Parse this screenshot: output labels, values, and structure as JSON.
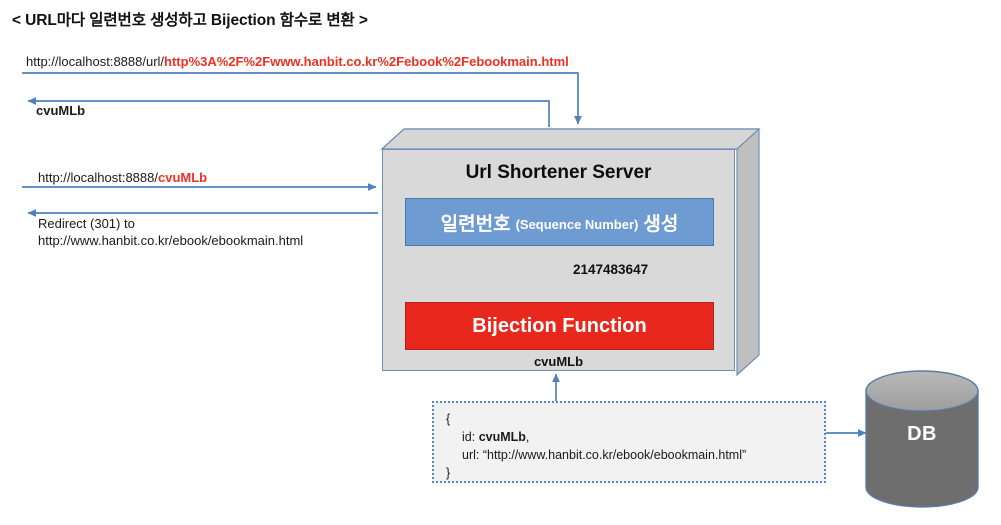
{
  "title": "< URL마다 일련번호 생성하고 Bijection 함수로 변환 >",
  "flows": {
    "request_create_prefix": "http://localhost:8888/url/",
    "request_create_encoded": "http%3A%2F%2Fwww.hanbit.co.kr%2Febook%2Febookmain.html",
    "response_create": "cvuMLb",
    "request_resolve_prefix": "http://localhost:8888/",
    "request_resolve_id": "cvuMLb",
    "response_resolve_line1": "Redirect (301) to",
    "response_resolve_line2": "http://www.hanbit.co.kr/ebook/ebookmain.html"
  },
  "server": {
    "name": "Url Shortener Server",
    "sequence_box": {
      "label_ko_prefix": "일련번호",
      "label_en": "(Sequence Number)",
      "label_ko_suffix": "생성"
    },
    "sequence_value": "2147483647",
    "bijection_box_label": "Bijection Function",
    "bijection_output": "cvuMLb"
  },
  "payload": {
    "open_brace": "{",
    "id_key": "id: ",
    "id_value": "cvuMLb",
    "id_comma": ",",
    "url_key": "url: ",
    "url_value": "“http://www.hanbit.co.kr/ebook/ebookmain.html”",
    "close_brace": "}"
  },
  "database": {
    "label": "DB"
  },
  "colors": {
    "accent_red": "#ee3124",
    "sequence_blue": "#6e9bd1",
    "bijection_red": "#e8281c",
    "arrow_blue": "#4f81bd",
    "server_gray": "#d9d9d9",
    "db_gray": "#6e6e6e"
  }
}
